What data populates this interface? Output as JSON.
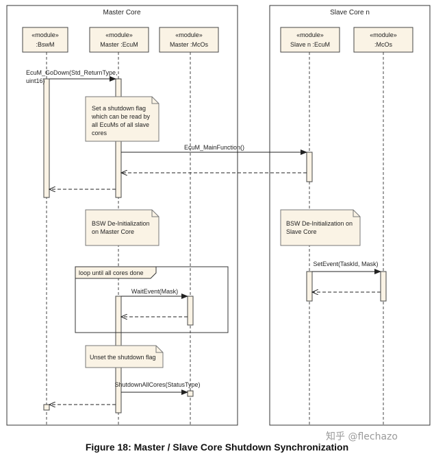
{
  "frames": {
    "master_title": "Master Core",
    "slave_title": "Slave Core n"
  },
  "lifelines": [
    {
      "stereotype": "«module»",
      "name": ":BswM"
    },
    {
      "stereotype": "«module»",
      "name": "Master :EcuM"
    },
    {
      "stereotype": "«module»",
      "name": "Master :McOs"
    },
    {
      "stereotype": "«module»",
      "name": "Slave n :EcuM"
    },
    {
      "stereotype": "«module»",
      "name": ":McOs"
    }
  ],
  "messages": {
    "go_down_line1": "EcuM_GoDown(Std_ReturnType,",
    "go_down_line2": "uint16)",
    "main_function": "EcuM_MainFunction()",
    "wait_event": "WaitEvent(Mask)",
    "set_event": "SetEvent(TaskId, Mask)",
    "shutdown_all": "ShutdownAllCores(StatusType)"
  },
  "notes": {
    "shutdown_flag": [
      "Set a shutdown flag",
      "which can be read by",
      "all EcuMs of all slave",
      "cores"
    ],
    "bsw_master": [
      "BSW De-Initialization",
      "on Master Core"
    ],
    "bsw_slave": [
      "BSW De-Initialization on",
      "Slave Core"
    ],
    "unset_flag": [
      "Unset the shutdown flag"
    ]
  },
  "loop_label": "loop until all cores done",
  "caption": "Figure 18: Master / Slave Core Shutdown Synchronization",
  "watermark": "知乎 @flechazo"
}
